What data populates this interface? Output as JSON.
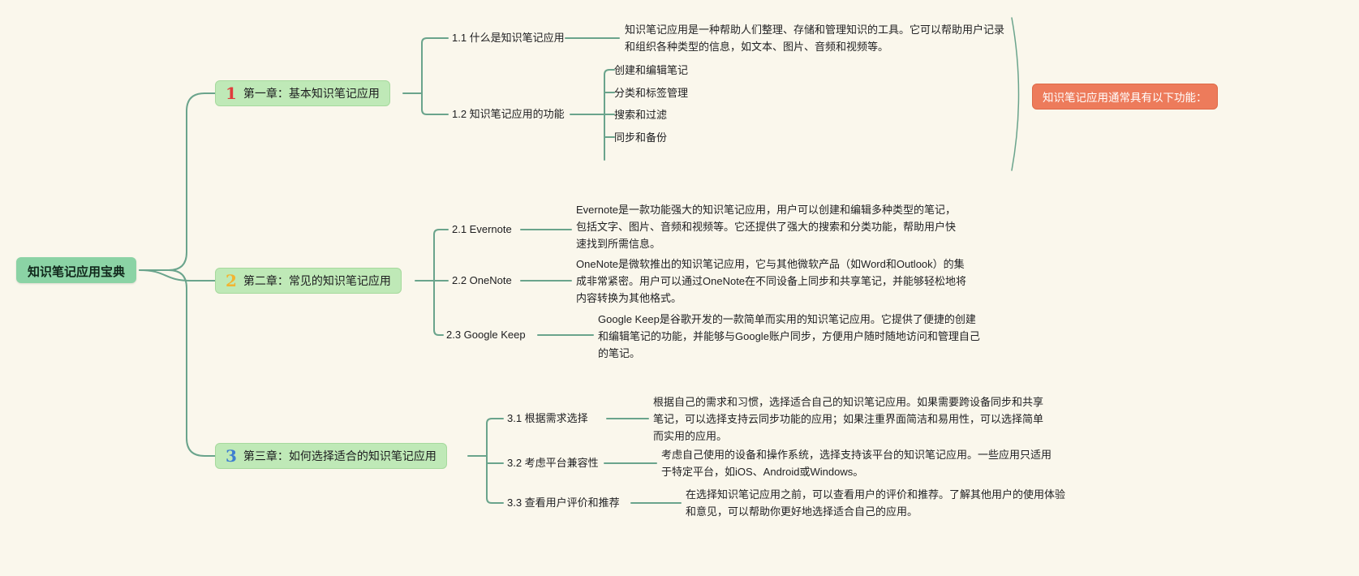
{
  "root": {
    "label": "知识笔记应用宝典"
  },
  "callout": {
    "label": "知识笔记应用通常具有以下功能："
  },
  "colors": {
    "background": "#FAF7EC",
    "line": "#6AA48C",
    "root_bg": "#8BD3A5",
    "chapter_bg": "#BFE9B7",
    "callout_bg": "#ED7B5B",
    "number_colors": [
      "#E03C3C",
      "#F2B431",
      "#3E7FD0"
    ]
  },
  "chapters": [
    {
      "number": "1",
      "label": "第一章：基本知识笔记应用",
      "topics": [
        {
          "label": "1.1 什么是知识笔记应用",
          "note": "知识笔记应用是一种帮助人们整理、存储和管理知识的工具。它可以帮助用户记录和组织各种类型的信息，如文本、图片、音频和视频等。"
        },
        {
          "label": "1.2 知识笔记应用的功能",
          "children": [
            "创建和编辑笔记",
            "分类和标签管理",
            "搜索和过滤",
            "同步和备份"
          ]
        }
      ]
    },
    {
      "number": "2",
      "label": "第二章：常见的知识笔记应用",
      "topics": [
        {
          "label": "2.1 Evernote",
          "note": "Evernote是一款功能强大的知识笔记应用，用户可以创建和编辑多种类型的笔记，包括文字、图片、音频和视频等。它还提供了强大的搜索和分类功能，帮助用户快速找到所需信息。"
        },
        {
          "label": "2.2 OneNote",
          "note": "OneNote是微软推出的知识笔记应用，它与其他微软产品（如Word和Outlook）的集成非常紧密。用户可以通过OneNote在不同设备上同步和共享笔记，并能够轻松地将内容转换为其他格式。"
        },
        {
          "label": "2.3 Google Keep",
          "note": "Google Keep是谷歌开发的一款简单而实用的知识笔记应用。它提供了便捷的创建和编辑笔记的功能，并能够与Google账户同步，方便用户随时随地访问和管理自己的笔记。"
        }
      ]
    },
    {
      "number": "3",
      "label": "第三章：如何选择适合的知识笔记应用",
      "topics": [
        {
          "label": "3.1 根据需求选择",
          "note": "根据自己的需求和习惯，选择适合自己的知识笔记应用。如果需要跨设备同步和共享笔记，可以选择支持云同步功能的应用；如果注重界面简洁和易用性，可以选择简单而实用的应用。"
        },
        {
          "label": "3.2 考虑平台兼容性",
          "note": "考虑自己使用的设备和操作系统，选择支持该平台的知识笔记应用。一些应用只适用于特定平台，如iOS、Android或Windows。"
        },
        {
          "label": "3.3 查看用户评价和推荐",
          "note": "在选择知识笔记应用之前，可以查看用户的评价和推荐。了解其他用户的使用体验和意见，可以帮助你更好地选择适合自己的应用。"
        }
      ]
    }
  ]
}
